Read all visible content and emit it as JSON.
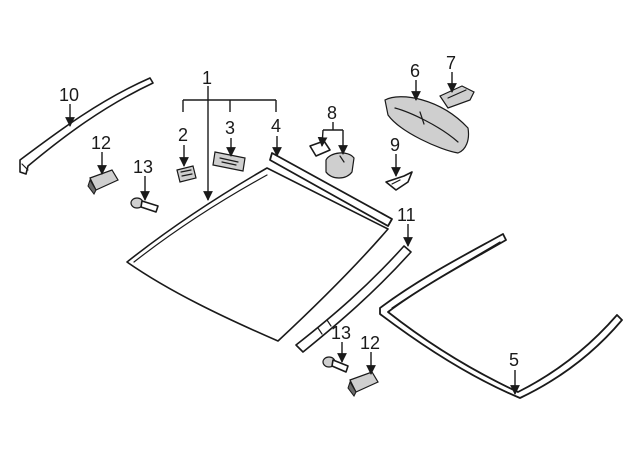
{
  "callouts": {
    "c1": "1",
    "c2": "2",
    "c3": "3",
    "c4": "4",
    "c5": "5",
    "c6": "6",
    "c7": "7",
    "c8": "8",
    "c9": "9",
    "c10": "10",
    "c11": "11",
    "c12a": "12",
    "c12b": "12",
    "c13a": "13",
    "c13b": "13"
  },
  "colors": {
    "line": "#1a1a1a",
    "background": "#ffffff"
  }
}
